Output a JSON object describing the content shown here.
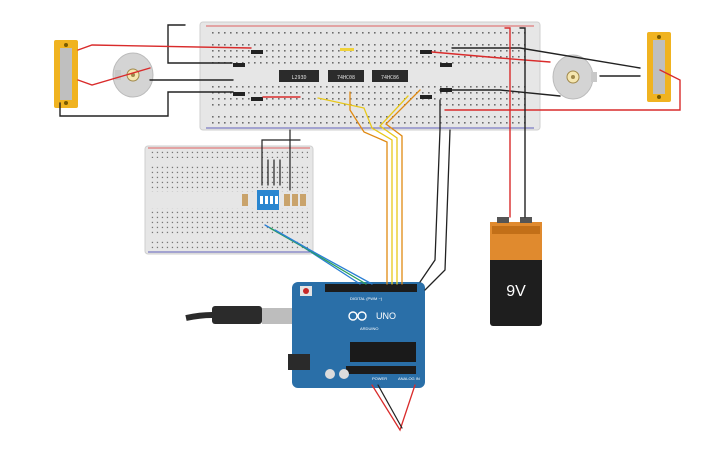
{
  "battery": {
    "label": "9V"
  },
  "ics": [
    {
      "part": "L293D"
    },
    {
      "part": "74HC08"
    },
    {
      "part": "74HC86"
    }
  ],
  "arduino": {
    "board_label": "UNO",
    "brand": "ARDUINO",
    "digital_header": "DIGITAL (PWM ~)",
    "power_header": "POWER",
    "analog_header": "ANALOG IN"
  },
  "colors": {
    "breadboard": "#e6e6e6",
    "arduino": "#2a6fa8",
    "battery_body": "#1e1e1e",
    "battery_top": "#e08a2e",
    "motor_body": "#d4d4d4",
    "wire_red": "#d92b2b",
    "wire_black": "#222222",
    "wire_orange": "#e08a12",
    "wire_yellow": "#e8c81a",
    "wire_blue": "#2a7fd4",
    "wire_green": "#2aa05a",
    "dip_switch": "#2a86d0",
    "pot_frame": "#f0b320"
  }
}
